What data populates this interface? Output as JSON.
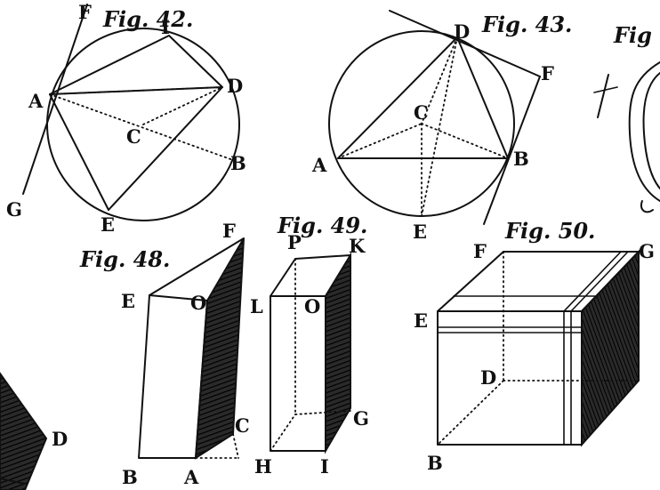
{
  "figures": {
    "fig42": {
      "caption": "Fig. 42.",
      "labels": {
        "F": "F",
        "I": "I",
        "D": "D",
        "A": "A",
        "C": "C",
        "B": "B",
        "G": "G",
        "E": "E"
      }
    },
    "fig43": {
      "caption": "Fig. 43.",
      "labels": {
        "D": "D",
        "F": "F",
        "C": "C",
        "A": "A",
        "B": "B",
        "E": "E"
      }
    },
    "fig44": {
      "caption": "Fig"
    },
    "fig48": {
      "caption": "Fig. 48.",
      "labels": {
        "F": "F",
        "E": "E",
        "O": "O",
        "C": "C",
        "B": "B",
        "A": "A"
      }
    },
    "fig49": {
      "caption": "Fig. 49.",
      "labels": {
        "P": "P",
        "K": "K",
        "L": "L",
        "O": "O",
        "G": "G",
        "H": "H",
        "I": "I"
      }
    },
    "fig50": {
      "caption": "Fig. 50.",
      "labels": {
        "F": "F",
        "G": "G",
        "E": "E",
        "D": "D",
        "B": "B"
      }
    },
    "fig47": {
      "labels": {
        "D": "D"
      }
    }
  },
  "colors": {
    "ink": "#111111",
    "paper": "#ffffff"
  }
}
